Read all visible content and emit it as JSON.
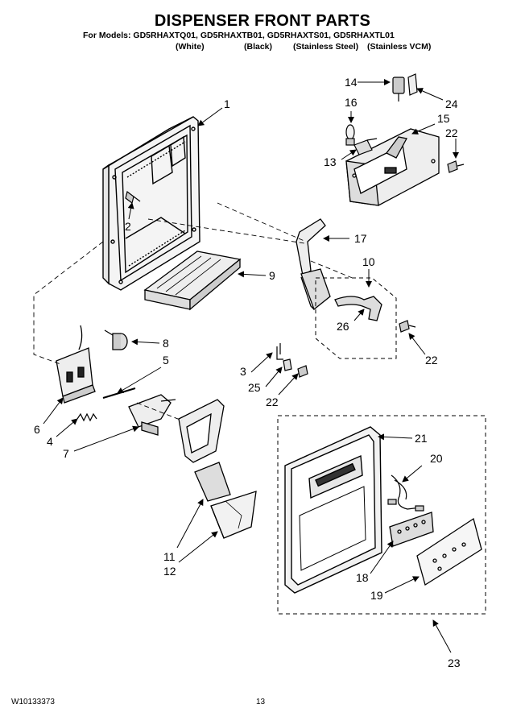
{
  "title": "DISPENSER FRONT PARTS",
  "models_line": "For Models: GD5RHAXTQ01, GD5RHAXTB01, GD5RHAXTS01, GD5RHAXTL01",
  "variants": [
    "(White)",
    "(Black)",
    "(Stainless Steel)",
    "(Stainless VCM)"
  ],
  "footer": {
    "doc_number": "W10133373",
    "page_number": "13"
  },
  "callouts": {
    "c1": "1",
    "c2": "2",
    "c3": "3",
    "c4": "4",
    "c5": "5",
    "c6": "6",
    "c7": "7",
    "c8": "8",
    "c9": "9",
    "c10": "10",
    "c11": "11",
    "c12": "12",
    "c13": "13",
    "c14": "14",
    "c15": "15",
    "c16": "16",
    "c17": "17",
    "c18": "18",
    "c19": "19",
    "c20": "20",
    "c21": "21",
    "c22a": "22",
    "c22b": "22",
    "c22c": "22",
    "c23": "23",
    "c24": "24",
    "c25": "25",
    "c26": "26"
  }
}
